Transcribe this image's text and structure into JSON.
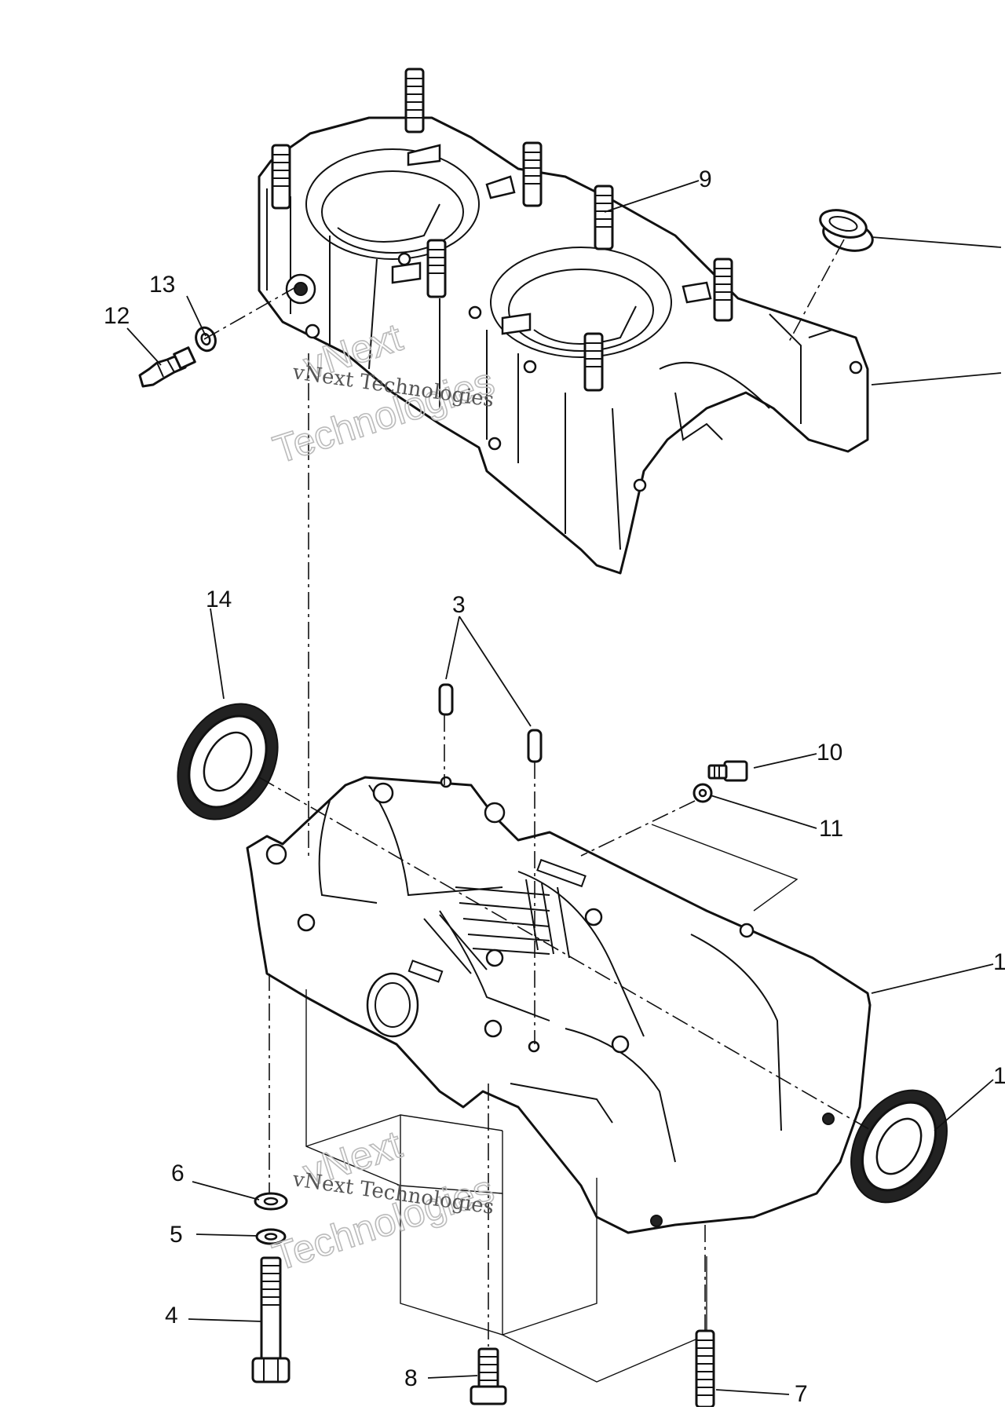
{
  "callouts": {
    "c3": "3",
    "c4": "4",
    "c5": "5",
    "c6": "6",
    "c7": "7",
    "c8": "8",
    "c9": "9",
    "c10": "10",
    "c11": "11",
    "c12": "12",
    "c13": "13",
    "c14": "14",
    "c1_partial": "1",
    "c14_partial": "1"
  },
  "watermarks": {
    "brand": "vNext",
    "company": "Technologies",
    "full": "vNext Technologies"
  }
}
